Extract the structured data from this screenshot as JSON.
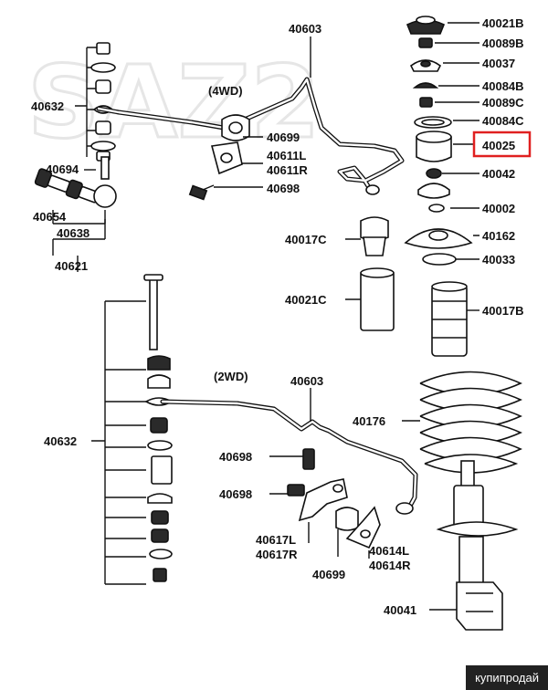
{
  "watermark": "SAZ2",
  "site_badge": "купипродай",
  "highlighted_part": "40025",
  "diagram": {
    "section_4wd": "(4WD)",
    "section_2wd": "(2WD)",
    "labels": {
      "p40603_top": "40603",
      "p40603_bot": "40603",
      "p40632_top": "40632",
      "p40632_bot": "40632",
      "p40694": "40694",
      "p40654": "40654",
      "p40638": "40638",
      "p40621": "40621",
      "p40699_top": "40699",
      "p40611l": "40611L",
      "p40611r": "40611R",
      "p40698_top": "40698",
      "p40021b": "40021B",
      "p40089b": "40089B",
      "p40037": "40037",
      "p40084b": "40084B",
      "p40089c": "40089C",
      "p40084c": "40084C",
      "p40025": "40025",
      "p40042": "40042",
      "p40002": "40002",
      "p40162": "40162",
      "p40033": "40033",
      "p40017c": "40017C",
      "p40021c": "40021C",
      "p40017b": "40017B",
      "p40176": "40176",
      "p40698_a": "40698",
      "p40698_b": "40698",
      "p40617l": "40617L",
      "p40617r": "40617R",
      "p40699_bot": "40699",
      "p40614l": "40614L",
      "p40614r": "40614R",
      "p40041": "40041"
    }
  }
}
